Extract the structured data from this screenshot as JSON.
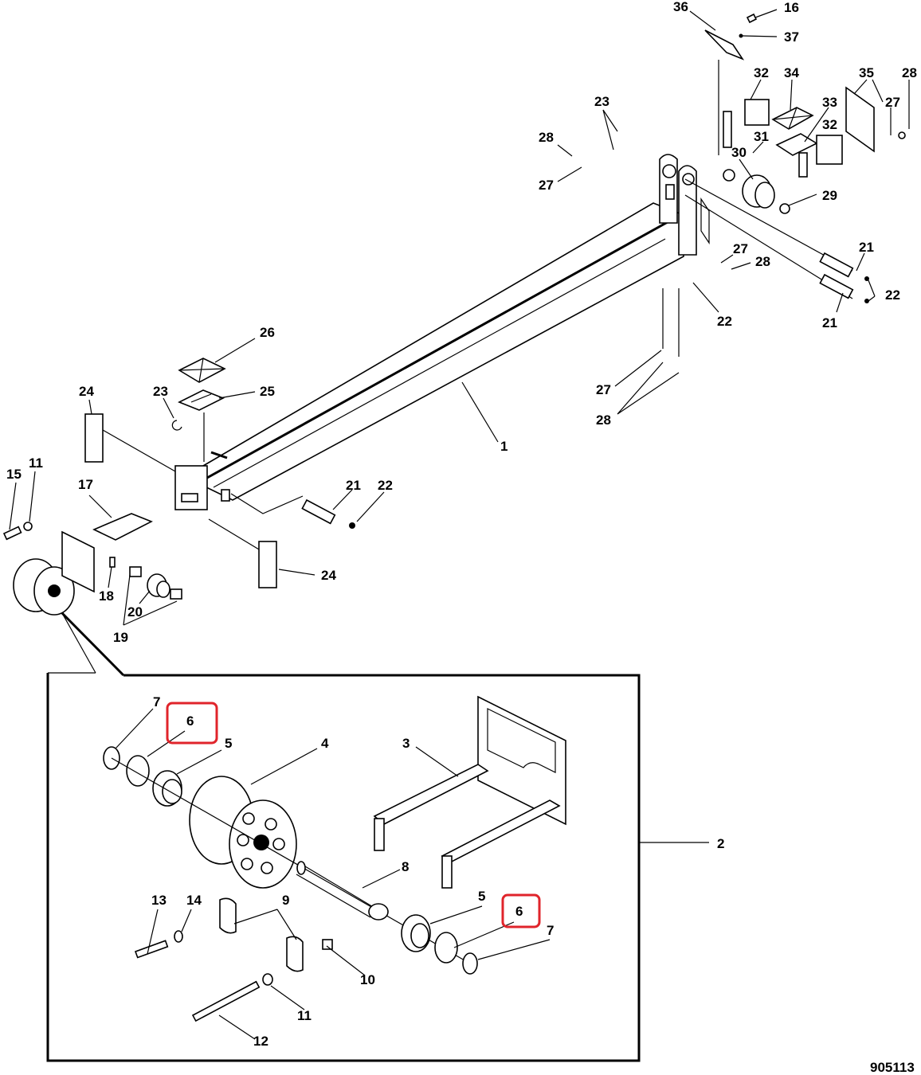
{
  "diagram": {
    "title": "Exploded parts diagram",
    "figure_number": "905113",
    "highlight_color": "#e0242b",
    "callouts": {
      "c36": "36",
      "c16": "16",
      "c37": "37",
      "c32a": "32",
      "c34": "34",
      "c35": "35",
      "c28a": "28",
      "c33": "33",
      "c27a": "27",
      "c32b": "32",
      "c31": "31",
      "c30": "30",
      "c23a": "23",
      "c28b": "28",
      "c27b": "27",
      "c29": "29",
      "c27c": "27",
      "c28c": "28",
      "c22a": "22",
      "c21a": "21",
      "c22b": "22",
      "c21b": "21",
      "c26": "26",
      "c25": "25",
      "c24a": "24",
      "c23b": "23",
      "c1": "1",
      "c27d": "27",
      "c28d": "28",
      "c15": "15",
      "c11a": "11",
      "c17": "17",
      "c21c": "21",
      "c22c": "22",
      "c24b": "24",
      "c18": "18",
      "c20": "20",
      "c19": "19",
      "c7a": "7",
      "c6a": "6",
      "c5a": "5",
      "c4": "4",
      "c3": "3",
      "c2": "2",
      "c8": "8",
      "c13": "13",
      "c14": "14",
      "c9": "9",
      "c5b": "5",
      "c6b": "6",
      "c7b": "7",
      "c10": "10",
      "c11b": "11",
      "c12": "12"
    },
    "highlighted_items": [
      "6"
    ]
  }
}
